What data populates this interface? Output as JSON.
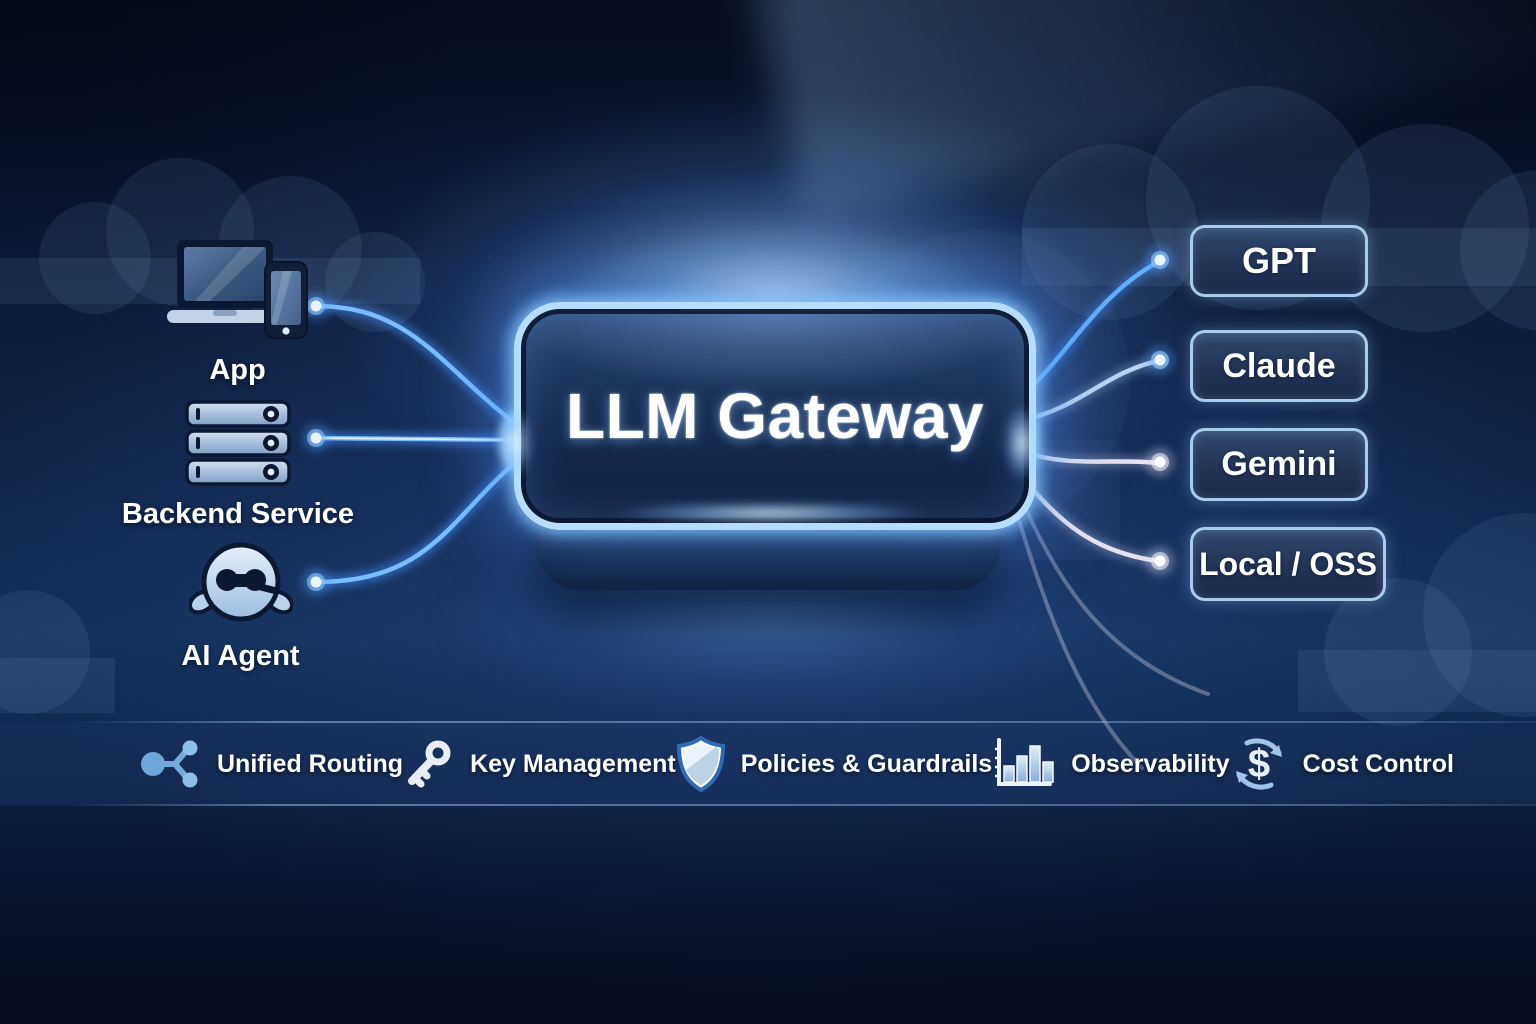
{
  "title": "LLM Gateway",
  "left_nodes": [
    {
      "id": "app",
      "label": "App",
      "icon": "laptop-phone-icon"
    },
    {
      "id": "backend-service",
      "label": "Backend Service",
      "icon": "server-stack-icon"
    },
    {
      "id": "ai-agent",
      "label": "AI Agent",
      "icon": "robot-icon"
    }
  ],
  "providers": [
    {
      "id": "gpt",
      "label": "GPT"
    },
    {
      "id": "claude",
      "label": "Claude"
    },
    {
      "id": "gemini",
      "label": "Gemini"
    },
    {
      "id": "local-oss",
      "label": "Local / OSS"
    }
  ],
  "features": [
    {
      "label": "Unified Routing",
      "icon": "routing-icon"
    },
    {
      "label": "Key Management",
      "icon": "key-icon"
    },
    {
      "label": "Policies & Guardrails",
      "icon": "shield-icon"
    },
    {
      "label": "Observability",
      "icon": "bar-chart-icon"
    },
    {
      "label": "Cost Control",
      "icon": "dollar-cycle-icon"
    }
  ],
  "connections": [
    {
      "from": "App",
      "to": "LLM Gateway"
    },
    {
      "from": "Backend Service",
      "to": "LLM Gateway"
    },
    {
      "from": "AI Agent",
      "to": "LLM Gateway"
    },
    {
      "from": "LLM Gateway",
      "to": "GPT"
    },
    {
      "from": "LLM Gateway",
      "to": "Claude"
    },
    {
      "from": "LLM Gateway",
      "to": "Gemini"
    },
    {
      "from": "LLM Gateway",
      "to": "Local / OSS"
    }
  ],
  "icons": {
    "currency_symbol": "$"
  },
  "colors": {
    "background_dark": "#081127",
    "background_mid": "#123059",
    "accent_blue": "#63aef7",
    "glow_blue": "#b6ddfb",
    "line_white": "#e6e2f1",
    "text": "#ffffff",
    "provider_border": "#a8cdec",
    "icon_light_blue": "#8ab8e4"
  }
}
